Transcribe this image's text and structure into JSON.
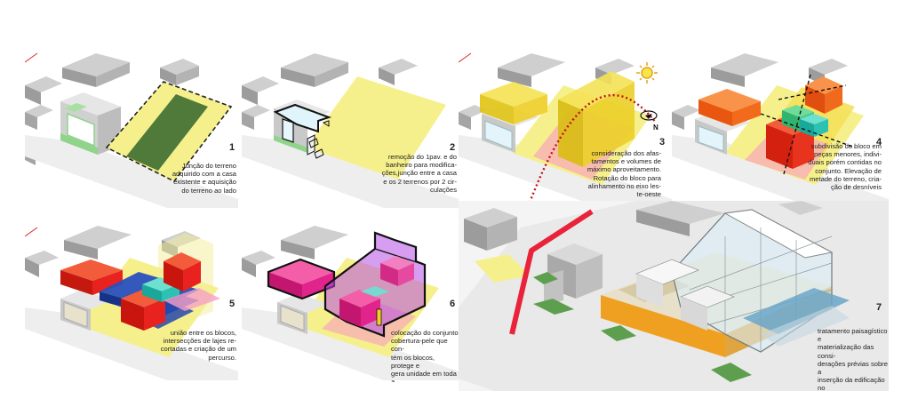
{
  "steps": [
    {
      "number": "1",
      "caption": "Junção do terreno\nadquirido com a casa\nexistente e aquisição\ndo terreno ao lado"
    },
    {
      "number": "2",
      "caption": "remoção do 1pav. e do\nbanheiro para modifica-\nções,junção entre a casa\ne os 2 terrenos por 2 cir-\nculações"
    },
    {
      "number": "3",
      "caption": "consideração dos afas-\ntamentos e volumes de\nmáximo aproveitamento.\nRotação do bloco para\nalinhamento no eixo les-\nte-oeste"
    },
    {
      "number": "4",
      "caption": "subdivisão do bloco em\npeças menores, indivi-\nduais porém contidas no\nconjunto. Elevação de\nmetade do terreno, cria-\nção de desníveis"
    },
    {
      "number": "5",
      "caption": "união entre os blocos,\nintersecções de lajes re-\ncortadas e criação de um\npercurso."
    },
    {
      "number": "6",
      "caption": "colocação do conjunto\ncobertura-pele que con-\ntém os blocos, protege e\ngera unidade em toda a\nedificação."
    },
    {
      "number": "7",
      "caption": "tratamento paisagístico e\nmaterialização das consi-\nderações prévias sobre a\ninserção da edificação no\nterritório educativo."
    }
  ],
  "compass_letter": "N",
  "colors": {
    "lot_yellow": "#f5f08c",
    "lot_green": "#4f7a3a",
    "house_green": "#8fd48a",
    "volume_yellow": "#f2d21a",
    "block_orange": "#f26b1d",
    "block_red": "#e8231f",
    "bridge_blue": "#1c3fa0",
    "envelope_purple": "#b64ce6",
    "block_magenta": "#e0248c",
    "path_red": "#e8233a",
    "neighbor_gray": "#b9b9b9"
  }
}
